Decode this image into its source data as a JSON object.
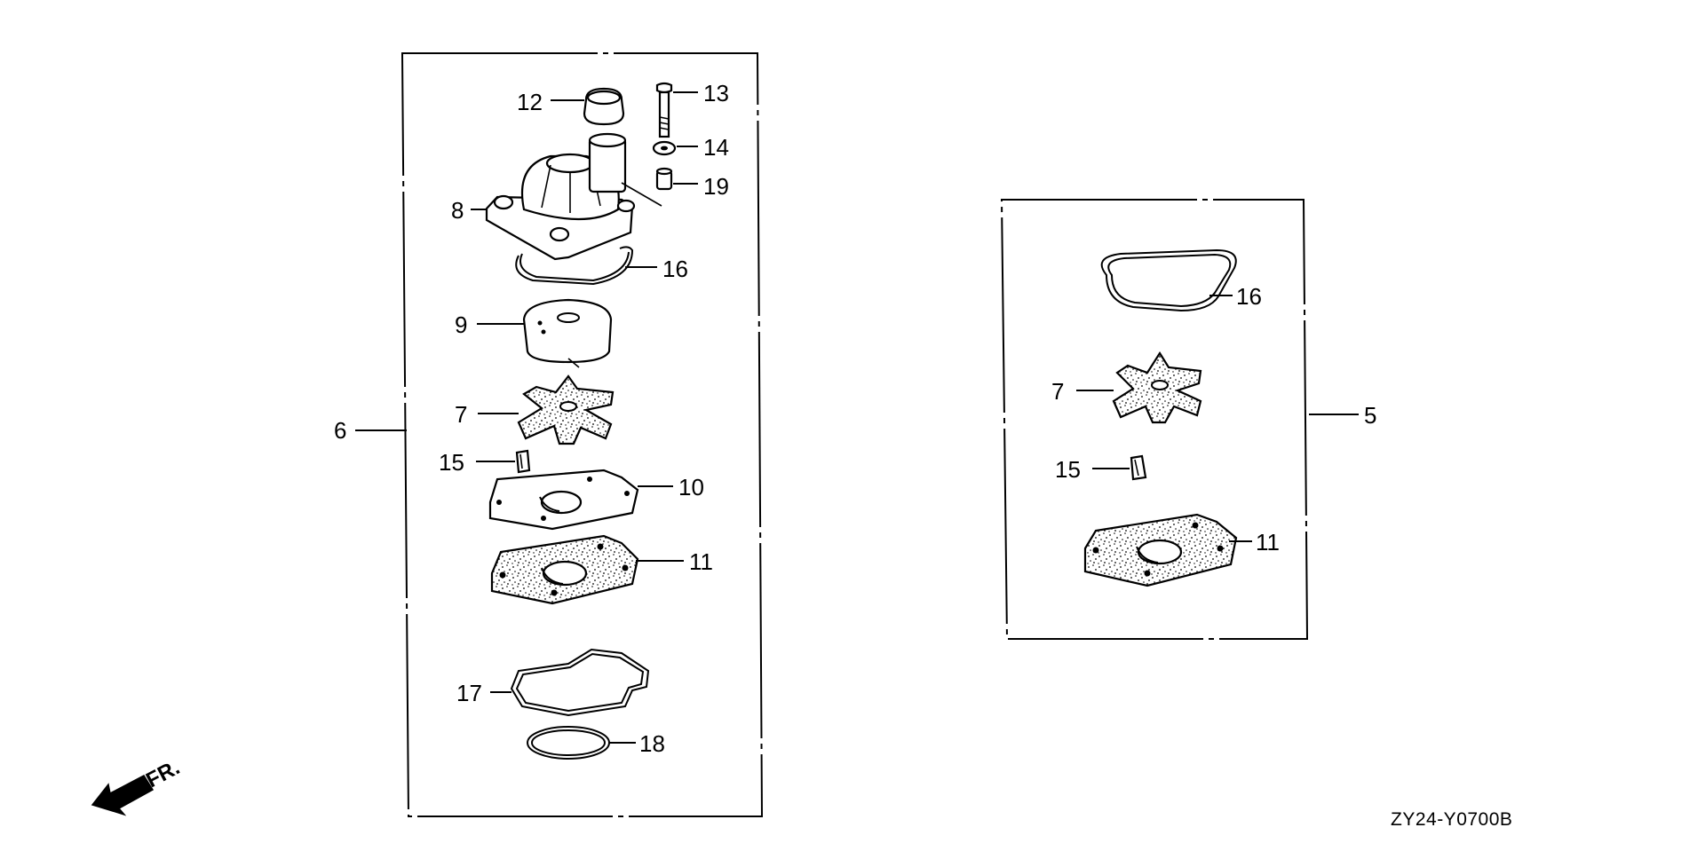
{
  "diagram": {
    "drawing_code": "ZY24-Y0700B",
    "direction_label": "FR.",
    "assembly_left": {
      "callout": "6",
      "labels": {
        "p12": "12",
        "p13": "13",
        "p14": "14",
        "p19": "19",
        "p8": "8",
        "p16": "16",
        "p9": "9",
        "p7": "7",
        "p15": "15",
        "p10": "10",
        "p11": "11",
        "p17": "17",
        "p18": "18"
      }
    },
    "assembly_right": {
      "callout": "5",
      "labels": {
        "p16": "16",
        "p7": "7",
        "p15": "15",
        "p11": "11"
      }
    },
    "colors": {
      "ink": "#000000",
      "paper": "#ffffff"
    }
  }
}
